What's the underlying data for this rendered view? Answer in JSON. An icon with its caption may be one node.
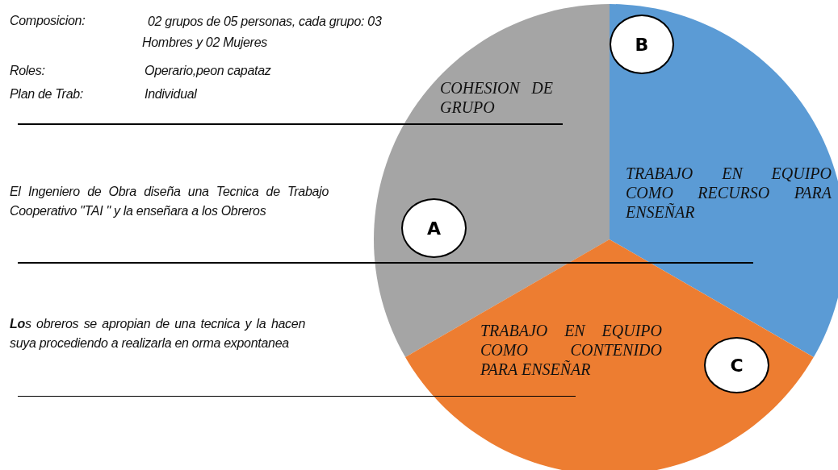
{
  "diagram": {
    "nodes": [
      {
        "text": [
          "COHESION DE GRUPO"
        ]
      },
      {
        "text": [
          "TRABAJO EN EQUIPO COMO RECURSO PARA ENSEÑAR"
        ]
      },
      {
        "text": [
          "B"
        ],
        "in": 1
      },
      {
        "text": [
          "A"
        ],
        "in": 0
      },
      {
        "text": [
          "TRABAJO EN EQUIPO COMO CONTENIDO PARA ENSEÑAR"
        ]
      },
      {
        "text": [
          "C"
        ],
        "in": 4
      }
    ],
    "labels": [
      "Composicion:",
      "02 grupos de 05 personas, cada grupo: 03 Hombres y 02 Mujeres",
      "Roles:",
      "Operario,peon capataz",
      "Plan de Trab:",
      "Individual",
      "El Ingeniero de Obra diseña una Tecnica de Trabajo Cooperativo \"TAI \" y la enseñara a los Obreros",
      "**Lo**s obreros se apropian de una tecnica y la hacen suya procediendo a realizarla en orma expontanea"
    ]
  }
}
